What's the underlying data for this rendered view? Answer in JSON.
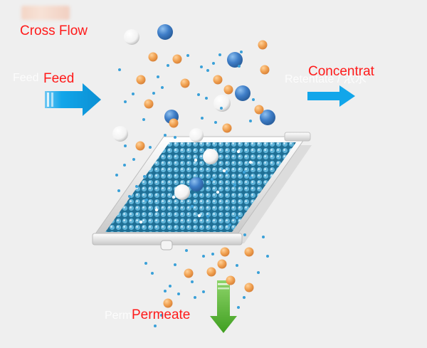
{
  "labels": {
    "cross_flow": "Cross Flow",
    "feed_ghost": "Feed",
    "feed": "Feed",
    "retentate_ghost": "Retentate / 浓水",
    "concentrate": "Concentrat",
    "permeate_ghost": "Perm",
    "permeate": "Permeate"
  },
  "colors": {
    "background": "#efefef",
    "label_red": "#ff1a1a",
    "feed_arrow": "#12a6ea",
    "concentrate_arrow": "#12a6ea",
    "permeate_arrow": "#4caf28",
    "membrane": "#2f8fb8",
    "large_blue": "#3f7ec8",
    "orange": "#f0a050",
    "white_ball": "#ffffff",
    "small_dot": "#3aa0d8"
  },
  "icons": {
    "feed_arrow": "right-arrow-icon",
    "concentrate_arrow": "right-arrow-icon",
    "permeate_arrow": "down-arrow-icon"
  }
}
